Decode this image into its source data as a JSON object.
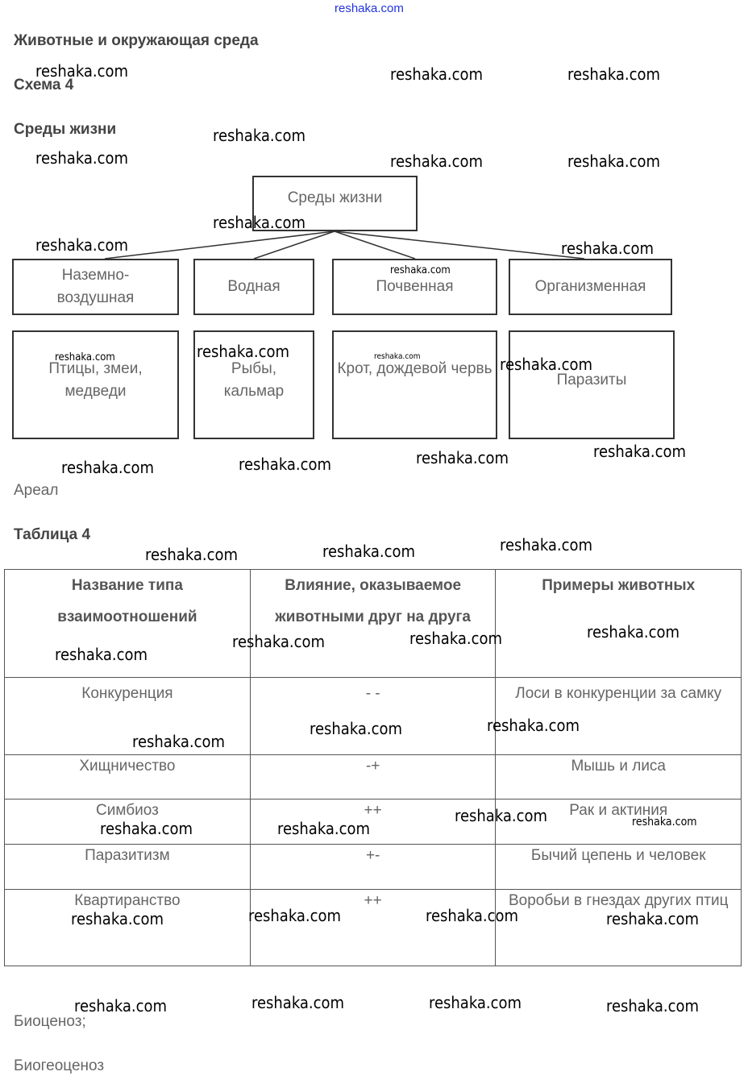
{
  "watermark": "reshaka.com",
  "title": "Животные и окружающая среда",
  "scheme_label": "Схема 4",
  "section_title": "Среды жизни",
  "diagram": {
    "root": "Среды жизни",
    "habitats": [
      {
        "name": "Наземно-воздушная",
        "examples": "Птицы, змеи, медведи"
      },
      {
        "name": "Водная",
        "examples": "Рыбы, кальмар"
      },
      {
        "name": "Почвенная",
        "examples": "Крот, дождевой червь"
      },
      {
        "name": "Организменная",
        "examples": "Паразиты"
      }
    ]
  },
  "areal": "Ареал",
  "table_label": "Таблица 4",
  "table": {
    "headers": [
      "Название типа взаимоотношений",
      "Влияние, оказываемое животными друг на друга",
      "Примеры животных"
    ],
    "rows": [
      [
        "Конкуренция",
        "- -",
        "Лоси в конкуренции за самку"
      ],
      [
        "Хищничество",
        "-+",
        "Мышь и лиса"
      ],
      [
        "Симбиоз",
        "++",
        "Рак и актиния"
      ],
      [
        "Паразитизм",
        "+-",
        "Бычий цепень и человек"
      ],
      [
        "Квартиранство",
        "++",
        "Воробьи в гнездах других птиц"
      ]
    ]
  },
  "footer_terms": [
    "Биоценоз;",
    "Биогеоценоз"
  ]
}
